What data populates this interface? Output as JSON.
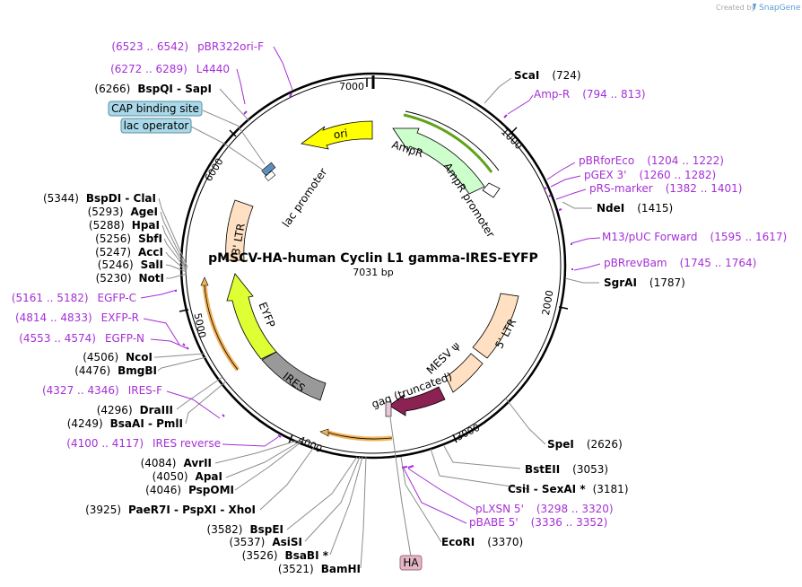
{
  "title": "pMSCV-HA-human Cyclin L1 gamma-IRES-EYFP",
  "length_label": "7031 bp",
  "credit": {
    "prefix": "Created by",
    "brand": "SnapGene"
  },
  "ticks": [
    "1000",
    "2000",
    "3000",
    "4000",
    "5000",
    "6000",
    "7000"
  ],
  "features": [
    {
      "name": "ori",
      "color": "#ffff00"
    },
    {
      "name": "AmpR",
      "color": "#ccffcc"
    },
    {
      "name": "AmpR promoter",
      "color": "#ffffff"
    },
    {
      "name": "lac promoter",
      "color": "#ffffff"
    },
    {
      "name": "3' LTR",
      "color": "#ffe0c2"
    },
    {
      "name": "5' LTR",
      "color": "#ffe0c2"
    },
    {
      "name": "MESV ψ",
      "color": "#ffffff"
    },
    {
      "name": "gag (truncated)",
      "color": "#8b2252"
    },
    {
      "name": "EYFP",
      "color": "#ddff33"
    },
    {
      "name": "IRES",
      "color": "#999999"
    }
  ],
  "boxed_labels": [
    {
      "text": "CAP binding site"
    },
    {
      "text": "lac operator"
    },
    {
      "text": "HA"
    }
  ],
  "enzymes": [
    {
      "pos": "(724)",
      "name": "ScaI"
    },
    {
      "pos": "(1415)",
      "name": "NdeI"
    },
    {
      "pos": "(1787)",
      "name": "SgrAI"
    },
    {
      "pos": "(2626)",
      "name": "SpeI"
    },
    {
      "pos": "(3053)",
      "name": "BstEII"
    },
    {
      "pos": "(3181)",
      "name": "CsiI  -  SexAI *"
    },
    {
      "pos": "(3370)",
      "name": "EcoRI"
    },
    {
      "pos": "(3521)",
      "name": "BamHI"
    },
    {
      "pos": "(3526)",
      "name": "BsaBI *"
    },
    {
      "pos": "(3537)",
      "name": "AsiSI"
    },
    {
      "pos": "(3582)",
      "name": "BspEI"
    },
    {
      "pos": "(3925)",
      "name": "PaeR7I  -  PspXI  -  XhoI"
    },
    {
      "pos": "(4046)",
      "name": "PspOMI"
    },
    {
      "pos": "(4050)",
      "name": "ApaI"
    },
    {
      "pos": "(4084)",
      "name": "AvrII"
    },
    {
      "pos": "(4249)",
      "name": "BsaAI  -  PmlI"
    },
    {
      "pos": "(4296)",
      "name": "DraIII"
    },
    {
      "pos": "(4476)",
      "name": "BmgBI"
    },
    {
      "pos": "(4506)",
      "name": "NcoI"
    },
    {
      "pos": "(5230)",
      "name": "NotI"
    },
    {
      "pos": "(5246)",
      "name": "SalI"
    },
    {
      "pos": "(5247)",
      "name": "AccI"
    },
    {
      "pos": "(5256)",
      "name": "SbfI"
    },
    {
      "pos": "(5288)",
      "name": "HpaI"
    },
    {
      "pos": "(5293)",
      "name": "AgeI"
    },
    {
      "pos": "(5344)",
      "name": "BspDI  -  ClaI"
    },
    {
      "pos": "(6266)",
      "name": "BspQI  -  SapI"
    }
  ],
  "primers": [
    {
      "name": "pBR322ori-F",
      "range": "(6523 .. 6542)"
    },
    {
      "name": "L4440",
      "range": "(6272 .. 6289)"
    },
    {
      "name": "Amp-R",
      "range": "(794 .. 813)"
    },
    {
      "name": "pBRforEco",
      "range": "(1204 .. 1222)"
    },
    {
      "name": "pGEX 3'",
      "range": "(1260 .. 1282)"
    },
    {
      "name": "pRS-marker",
      "range": "(1382 .. 1401)"
    },
    {
      "name": "M13/pUC Forward",
      "range": "(1595 .. 1617)"
    },
    {
      "name": "pBRrevBam",
      "range": "(1745 .. 1764)"
    },
    {
      "name": "pLXSN 5'",
      "range": "(3298 .. 3320)"
    },
    {
      "name": "pBABE 5'",
      "range": "(3336 .. 3352)"
    },
    {
      "name": "IRES reverse",
      "range": "(4100 .. 4117)"
    },
    {
      "name": "IRES-F",
      "range": "(4327 .. 4346)"
    },
    {
      "name": "EGFP-N",
      "range": "(4553 .. 4574)"
    },
    {
      "name": "EXFP-R",
      "range": "(4814 .. 4833)"
    },
    {
      "name": "EGFP-C",
      "range": "(5161 .. 5182)"
    }
  ]
}
